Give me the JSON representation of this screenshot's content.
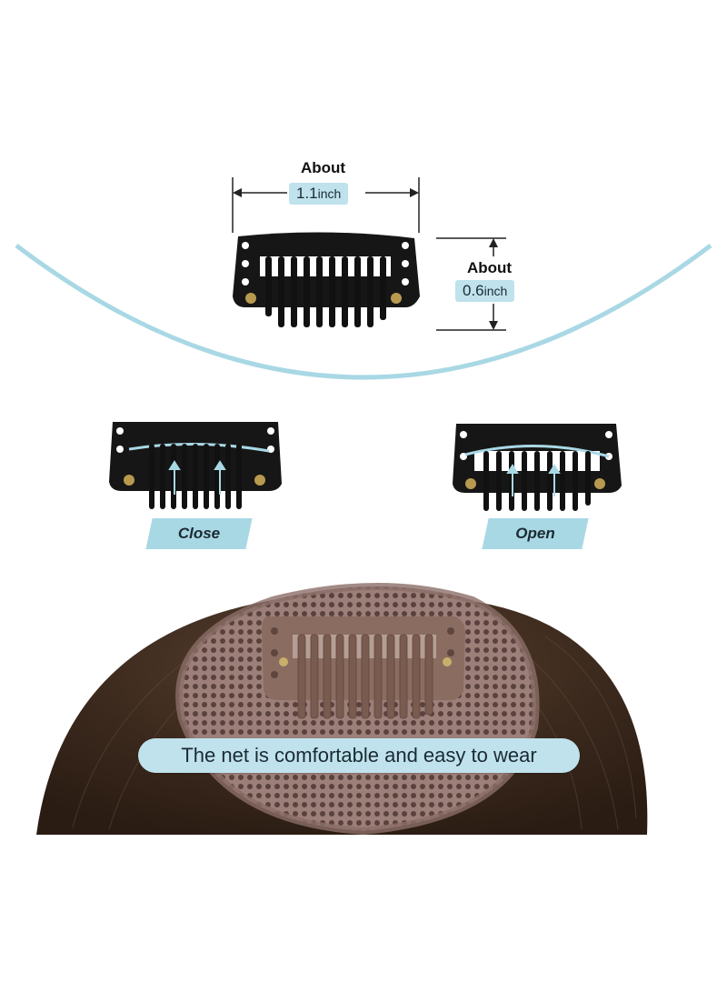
{
  "dimensions": {
    "width_label": "About",
    "width_value": "1.1",
    "width_unit": "inch",
    "height_label": "About",
    "height_value": "0.6",
    "height_unit": "inch"
  },
  "states": {
    "close_label": "Close",
    "open_label": "Open"
  },
  "banner": {
    "text": "The net is comfortable and easy to wear"
  },
  "colors": {
    "accent_light": "#bfe2ec",
    "accent_tag": "#a9d8e5",
    "arc": "#a9d8e5",
    "clip_black": "#151515",
    "clip_brown": "#8a6a5e",
    "hair": "#3b2a1f",
    "net": "#7a5c57"
  },
  "icons": [
    "black-hair-clip-icon",
    "brown-hair-clip-icon",
    "dimension-arrow-icon",
    "up-arrow-icon"
  ]
}
